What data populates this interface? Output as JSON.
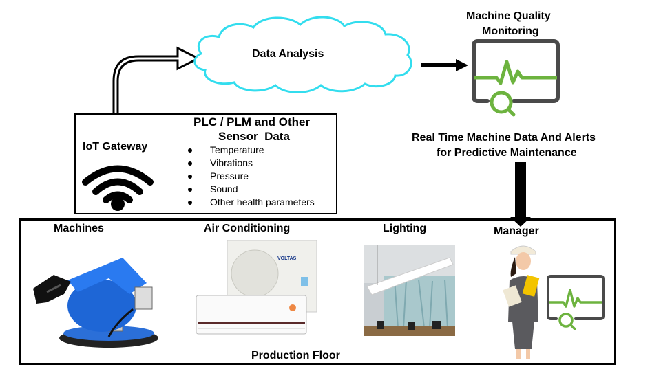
{
  "cloud": {
    "label": "Data Analysis",
    "stroke_color": "#33ddee"
  },
  "monitoring": {
    "title_line1": "Machine Quality",
    "title_line2": "Monitoring",
    "icon": "monitor-heartbeat-search-icon",
    "frame_color": "#4a4a4a",
    "accent_color": "#6db33f"
  },
  "alerts": {
    "line1": "Real Time Machine Data And Alerts",
    "line2": "for Predictive Maintenance"
  },
  "gateway": {
    "label": "IoT Gateway",
    "icon": "wifi-icon",
    "sensor_title_line1": "PLC / PLM and Other",
    "sensor_title_line2": "Sensor  Data",
    "sensor_items": [
      "Temperature",
      "Vibrations",
      "Pressure",
      "Sound",
      "Other health parameters"
    ]
  },
  "floor": {
    "label": "Production Floor",
    "sections": [
      {
        "label": "Machines",
        "image": "robotic-arm-image"
      },
      {
        "label": "Air Conditioning",
        "image": "air-conditioner-image",
        "brand": "VOLTAS"
      },
      {
        "label": "Lighting",
        "image": "office-lighting-image"
      },
      {
        "label": "Manager",
        "image": "manager-illustration"
      }
    ]
  }
}
